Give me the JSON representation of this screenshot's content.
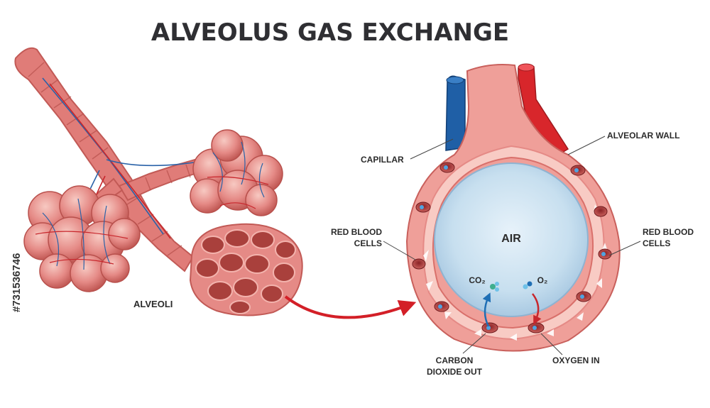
{
  "title": "ALVEOLUS GAS EXCHANGE",
  "labels": {
    "alveoli": "ALVEOLI",
    "capillar": "CAPILLAR",
    "alveolar_wall": "ALVEOLAR WALL",
    "rbc_left_1": "RED BLOOD",
    "rbc_left_2": "CELLS",
    "rbc_right_1": "RED BLOOD",
    "rbc_right_2": "CELLS",
    "air": "AIR",
    "co2": "CO₂",
    "o2": "O₂",
    "co2_out_1": "CARBON",
    "co2_out_2": "DIOXIDE OUT",
    "oxygen_in": "OXYGEN IN"
  },
  "stock_id": "#731536746",
  "colors": {
    "tissue": "#e58a86",
    "tissue_dark": "#c9605c",
    "tissue_light": "#f6c3bd",
    "vein": "#1f5fa6",
    "artery": "#d8262b",
    "air_sac": "#cfe3f2",
    "arrow_red": "#d31f27",
    "arrow_blue": "#1f6fb5"
  }
}
